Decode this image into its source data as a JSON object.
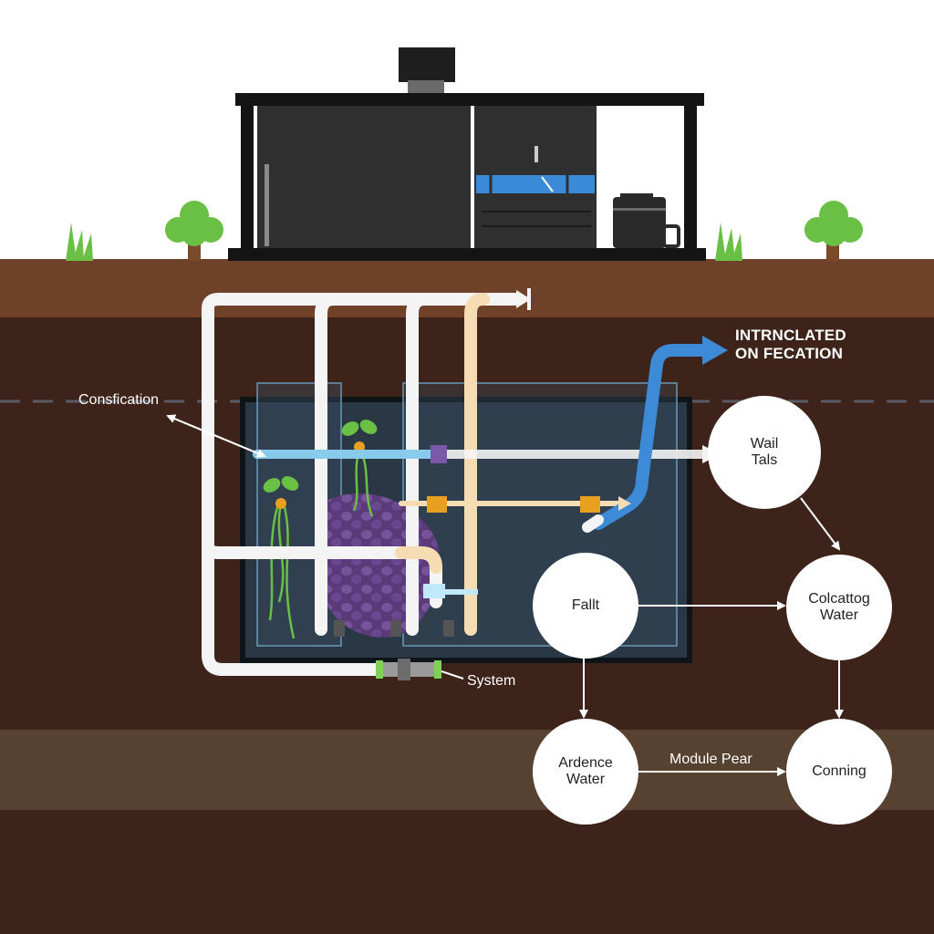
{
  "labels": {
    "confiscation": "Consfication",
    "headline_line1": "INTRNCLATED",
    "headline_line2": "ON FECATION",
    "system": "System"
  },
  "nodes": {
    "wail_tals": {
      "line1": "Wail",
      "line2": "Tals"
    },
    "fallt": {
      "line1": "Fallt"
    },
    "colcattog_water": {
      "line1": "Colcattog",
      "line2": "Water"
    },
    "ardence_water": {
      "line1": "Ardence",
      "line2": "Water"
    },
    "conning": {
      "line1": "Conning"
    }
  },
  "edges": {
    "module_pear": "Module Pear"
  },
  "colors": {
    "sky": "#ffffff",
    "topsoil": "#6e4128",
    "deep_soil": "#3d2319",
    "soil_band": "#574131",
    "building": "#2f2f30",
    "building_frame": "#141414",
    "window_blue": "#3a8ad8",
    "tank": "#2a3846",
    "tank_border": "#6a98b8",
    "pipe_white": "#f4f4f4",
    "pipe_cream": "#f5dcb2",
    "pipe_blue": "#3d8ad6",
    "plant_green": "#6abf45",
    "biomass_purple": "#5a3a78",
    "node_fill": "#ffffff"
  }
}
